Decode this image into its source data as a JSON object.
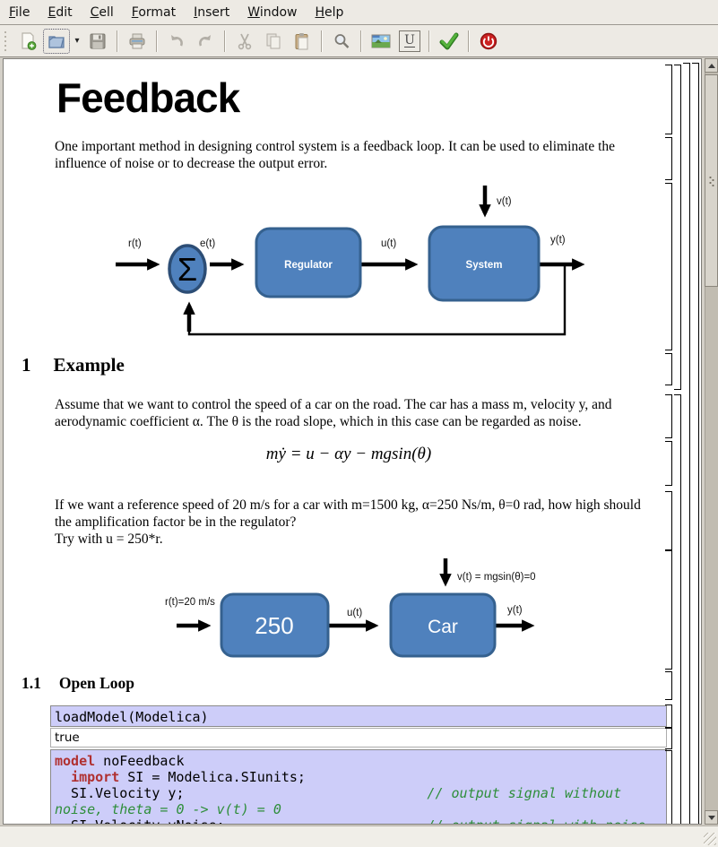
{
  "menu": {
    "items": [
      "File",
      "Edit",
      "Cell",
      "Format",
      "Insert",
      "Window",
      "Help"
    ]
  },
  "toolbar": {
    "buttons": [
      {
        "id": "new",
        "icon": "new-document-icon"
      },
      {
        "id": "open",
        "icon": "open-folder-icon"
      },
      {
        "id": "open-dropdown",
        "icon": "chevron-down-icon",
        "glyph": "▾"
      },
      {
        "id": "save",
        "icon": "save-icon"
      },
      {
        "id": "print",
        "icon": "print-icon"
      },
      {
        "id": "undo",
        "icon": "undo-icon"
      },
      {
        "id": "redo",
        "icon": "redo-icon"
      },
      {
        "id": "cut",
        "icon": "cut-icon"
      },
      {
        "id": "copy",
        "icon": "copy-icon"
      },
      {
        "id": "paste",
        "icon": "paste-icon"
      },
      {
        "id": "search",
        "icon": "search-icon"
      },
      {
        "id": "insert-image",
        "icon": "image-icon"
      },
      {
        "id": "underline",
        "icon": "underline-icon",
        "label": "U"
      },
      {
        "id": "evaluate",
        "icon": "checkmark-icon"
      },
      {
        "id": "stop",
        "icon": "power-icon"
      }
    ]
  },
  "notebook": {
    "title": "Feedback",
    "intro": "One important method in designing control system is a feedback loop. It can be used to eliminate the influence of noise or to decrease the output error.",
    "section1": {
      "number": "1",
      "title": "Example"
    },
    "para_assume": "Assume that we want to control the speed of a car on the road. The car has a mass m, velocity y, and aerodynamic coefficient α. The θ is the road slope, which in this case can be regarded as noise.",
    "formula": "mẏ = u − αy − mgsin(θ)",
    "para_reference": "If we want a reference speed of 20 m/s for a car with m=1500 kg, α=250 Ns/m, θ=0 rad, how high should the amplification factor be in the regulator?",
    "para_try": "Try with u = 250*r.",
    "section11": {
      "number": "1.1",
      "title": "Open Loop"
    },
    "diagram1": {
      "r": "r(t)",
      "e": "e(t)",
      "u": "u(t)",
      "v": "v(t)",
      "y": "y(t)",
      "sum": "Σ",
      "regulator": "Regulator",
      "system": "System"
    },
    "diagram2": {
      "r": "r(t)=20 m/s",
      "u": "u(t)",
      "v": "v(t) = mgsin(θ)=0",
      "y": "y(t)",
      "gain": "250",
      "car": "Car"
    },
    "cells": {
      "input1": "loadModel(Modelica)",
      "output1": "true",
      "input2": [
        [
          [
            "kw",
            "model"
          ],
          [
            "pl",
            " noFeedback"
          ]
        ],
        [
          [
            "pl",
            "  "
          ],
          [
            "kw",
            "import"
          ],
          [
            "pl",
            " SI = Modelica.SIunits;"
          ]
        ],
        [
          [
            "pl",
            "  SI.Velocity y;                              "
          ],
          [
            "cm",
            "// output signal without"
          ]
        ],
        [
          [
            "cm",
            "noise, theta = 0 -> v(t) = 0"
          ]
        ],
        [
          [
            "pl",
            "  SI.Velocity yNoise;                         "
          ],
          [
            "cm",
            "// output signal with noise"
          ]
        ]
      ]
    }
  },
  "colors": {
    "block_blue": "#4f81bd",
    "block_border": "#35618f",
    "cell_input_bg": "#cdcdf9",
    "keyword_red": "#b03030",
    "comment_green": "#2e8e3a",
    "check_green": "#3da53d",
    "stop_red": "#cc2222"
  }
}
